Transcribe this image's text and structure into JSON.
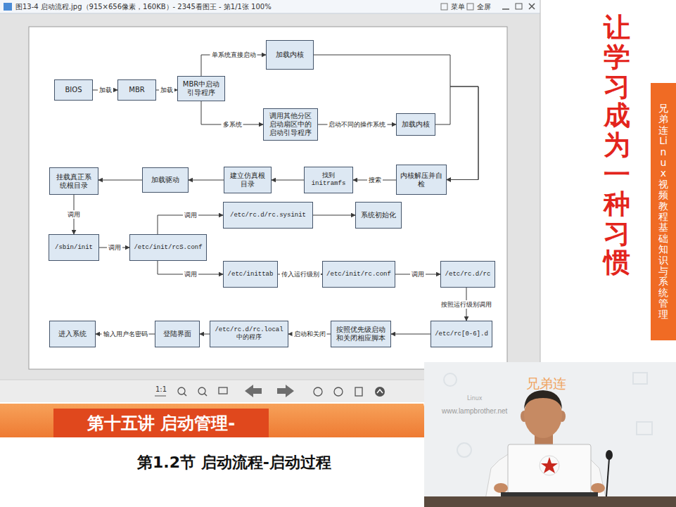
{
  "diagram": {
    "nodes": [
      {
        "text": [
          "BIOS"
        ]
      },
      {
        "text": [
          "MBR"
        ]
      },
      {
        "text": [
          "MBR中启动 引导程序"
        ]
      },
      {
        "text": [
          "加载内核"
        ]
      },
      {
        "text": [
          "调用其他分区 启动扇区中的 启动引导程序"
        ]
      },
      {
        "text": [
          "加载内核"
        ]
      },
      {
        "text": [
          "内核解压并自 检"
        ]
      },
      {
        "text": [
          "找到 initramfs"
        ]
      },
      {
        "text": [
          "建立仿真根 目录"
        ]
      },
      {
        "text": [
          "加载驱动"
        ]
      },
      {
        "text": [
          "挂载真正系 统根目录"
        ]
      },
      {
        "text": [
          "/sbin/init"
        ]
      },
      {
        "text": [
          "/etc/init/rcS.conf"
        ]
      },
      {
        "text": [
          "/etc/rc.d/rc.sysinit"
        ]
      },
      {
        "text": [
          "系统初始化"
        ]
      },
      {
        "text": [
          "/etc/inittab"
        ]
      },
      {
        "text": [
          "/etc/init/rc.conf"
        ]
      },
      {
        "text": [
          "/etc/rc.d/rc"
        ]
      },
      {
        "text": [
          "/etc/rc[0-6].d"
        ]
      },
      {
        "text": [
          "按照优先级启动 和关闭相应脚本"
        ]
      },
      {
        "text": [
          "/etc/rc.d/rc.local 中的程序"
        ]
      },
      {
        "text": [
          "登陆界面"
        ]
      },
      {
        "text": [
          "进入系统"
        ]
      },
      {
        "text": [
          "第十五讲 启动管理-"
        ]
      },
      {
        "text": [
          "兄弟连Linux视频教程 基础知识与系统管理"
        ]
      }
    ],
    "edges": [
      {
        "from": 0,
        "to": 1,
        "arrow": "to",
        "label": "加载"
      },
      {
        "from": 1,
        "to": 2,
        "arrow": "to",
        "label": "加载"
      },
      {
        "from": 2,
        "to": 3,
        "arrow": "to",
        "label": "单系统直接启动"
      },
      {
        "from": 2,
        "to": 4,
        "arrow": "to",
        "label": "多系统"
      },
      {
        "from": 4,
        "to": 5,
        "arrow": "to",
        "label": "启动不同的操作系统"
      },
      {
        "from": 3,
        "to": 6,
        "arrow": "to"
      },
      {
        "from": 5,
        "to": 6,
        "arrow": "to"
      },
      {
        "from": 6,
        "to": 7,
        "arrow": "to",
        "label": "搜索"
      },
      {
        "from": 7,
        "to": 8,
        "arrow": "to"
      },
      {
        "from": 8,
        "to": 9,
        "arrow": "to"
      },
      {
        "from": 9,
        "to": 10,
        "arrow": "to"
      },
      {
        "from": 10,
        "to": 11,
        "arrow": "to",
        "label": "调用"
      },
      {
        "from": 11,
        "to": 12,
        "arrow": "to",
        "label": "调用"
      },
      {
        "from": 12,
        "to": 13,
        "arrow": "to",
        "label": "调用"
      },
      {
        "from": 12,
        "to": 15,
        "arrow": "to",
        "label": "调用"
      },
      {
        "from": 13,
        "to": 14,
        "arrow": "to"
      },
      {
        "from": 15,
        "to": 16,
        "arrow": "to",
        "label": "传入运行级别"
      },
      {
        "from": 16,
        "to": 17,
        "arrow": "to",
        "label": "调用"
      },
      {
        "from": 17,
        "to": 18,
        "arrow": "to",
        "label": "按照运行级别调用"
      },
      {
        "from": 18,
        "to": 19,
        "arrow": "to"
      },
      {
        "from": 19,
        "to": 20,
        "arrow": "to",
        "label": "启动和关闭"
      },
      {
        "from": 20,
        "to": 21,
        "arrow": "to"
      },
      {
        "from": 21,
        "to": 22,
        "arrow": "to",
        "label": "输入用户名密码"
      }
    ],
    "labels": [
      "图13-4 启动流程.jpg（915×656像素，160KB）- 2345看图王 - 第1/1张 100%",
      "菜单",
      "全屏",
      "1:1",
      "让学习成为一种习惯",
      "第1.2节 启动流程-启动过程",
      "兄弟连",
      "Linux",
      "www.lampbrother.net"
    ]
  }
}
